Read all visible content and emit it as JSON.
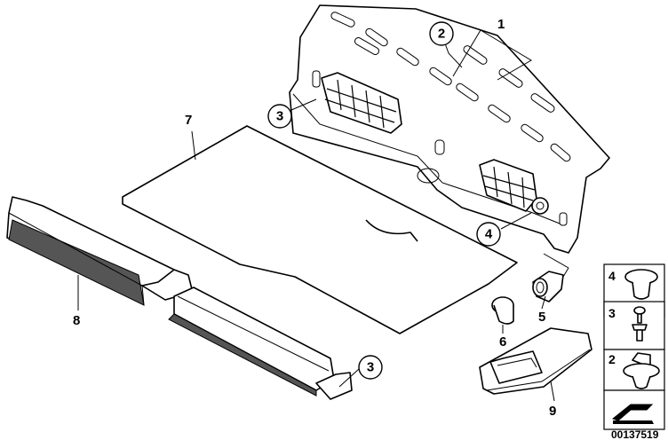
{
  "parts": {
    "p1": "1",
    "p2": "2",
    "p3a": "3",
    "p3b": "3",
    "p4": "4",
    "p5": "5",
    "p6": "6",
    "p7": "7",
    "p8": "8",
    "p9": "9"
  },
  "legend": {
    "box4": "4",
    "box3": "3",
    "box2": "2"
  },
  "diagram_id": "00137519"
}
